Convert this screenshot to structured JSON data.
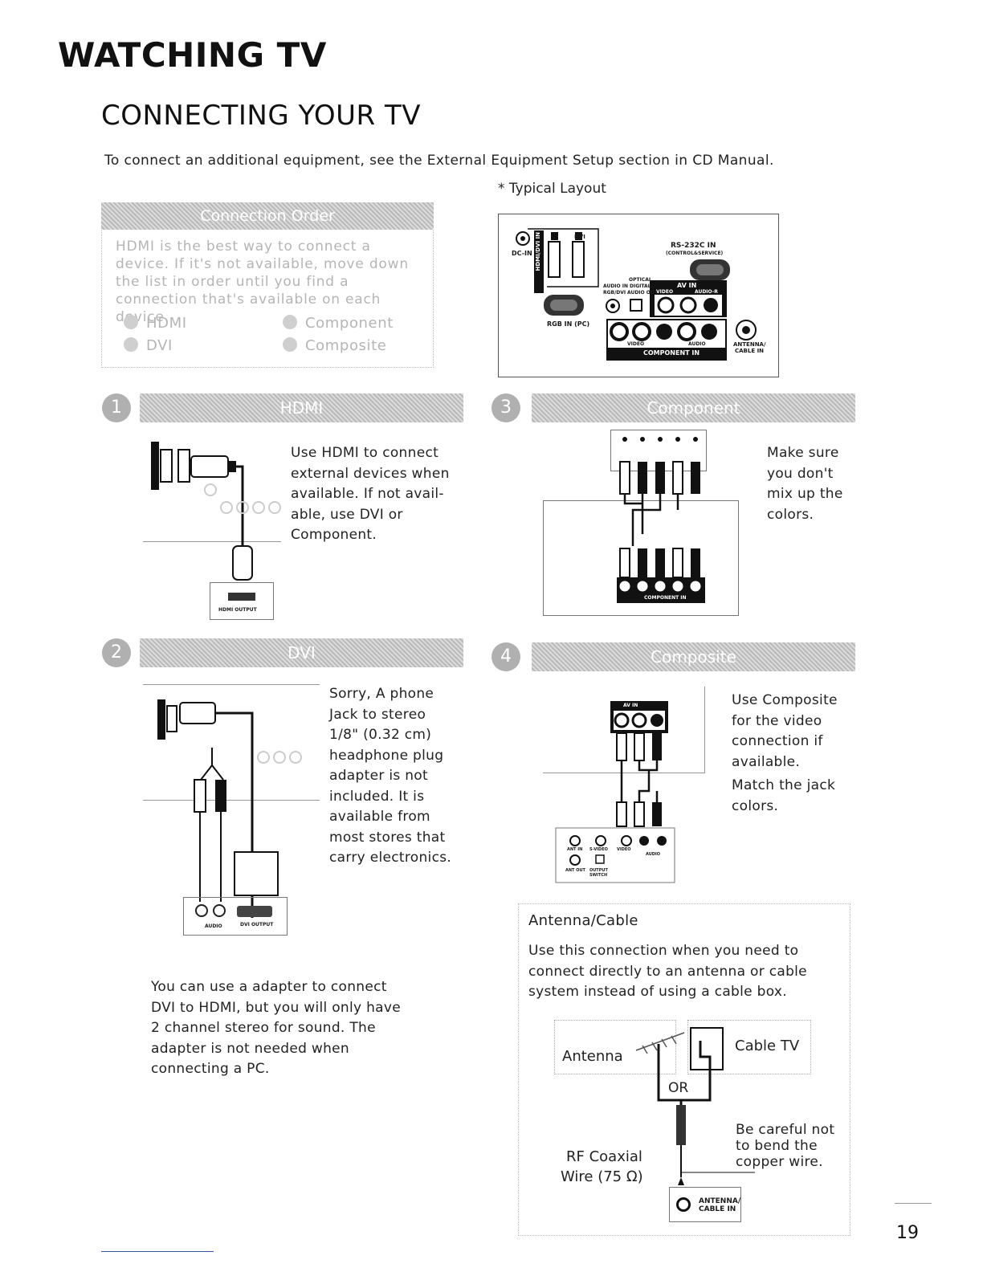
{
  "page": {
    "title": "WATCHING TV",
    "section_title": "CONNECTING YOUR TV",
    "intro": "To connect an additional equipment, see the External Equipment Setup section in CD Manual.",
    "typical_layout": "* Typical Layout",
    "page_number": "19"
  },
  "connection_order": {
    "header": "Connection Order",
    "text": "HDMI is the best way to connect a device. If it's not available, move down the list in order until you find a connection that's available on each device.",
    "items": [
      "HDMI",
      "DVI",
      "Component",
      "Composite"
    ]
  },
  "panel_labels": {
    "dc_in": "DC-IN",
    "hdmi_dvi_in": "HDMI/DVI IN",
    "dvi": "DVI",
    "rs232c": "RS-232C IN",
    "rs232c_sub": "(CONTROL&SERVICE)",
    "audio_in": "AUDIO IN",
    "rgb_dvi": "RGB/DVI",
    "optical": "OPTICAL",
    "digital": "DIGITAL",
    "audio_out": "AUDIO OUT",
    "av_in": "AV IN",
    "video": "VIDEO",
    "audio_l_r": "AUDIO-R",
    "rgb_in": "RGB IN (PC)",
    "component_in": "COMPONENT IN",
    "comp_video": "VIDEO",
    "comp_audio": "AUDIO",
    "antenna": "ANTENNA/",
    "cable_in": "CABLE IN"
  },
  "sections": [
    {
      "number": "1",
      "title": "HDMI",
      "text": [
        "Use HDMI to connect external devices when available. If not avail-able, use DVI or Component."
      ],
      "device_label": "HDMI OUTPUT"
    },
    {
      "number": "2",
      "title": "DVI",
      "text": [
        "Sorry, A phone Jack to stereo 1/8\" (0.32 cm) headphone plug adapter is not included. It is available from most stores that carry electronics."
      ],
      "device_label": "DVI OUTPUT",
      "audio_label": "AUDIO"
    },
    {
      "number": "3",
      "title": "Component",
      "text": [
        "Make sure you don't mix up the colors."
      ],
      "device_label": "COMPONENT IN"
    },
    {
      "number": "4",
      "title": "Composite",
      "text": [
        "Use Composite for the video connection if available.",
        "Match the jack colors."
      ],
      "av_in": "AV IN"
    }
  ],
  "dvi_note": "You can use a adapter to connect DVI to HDMI, but you will only have 2 channel stereo for sound. The adapter is not needed when connecting a PC.",
  "composite_device": {
    "ant_in": "ANT IN",
    "s_video": "S-VIDEO",
    "video": "VIDEO",
    "audio": "AUDIO",
    "ant_out": "ANT OUT",
    "output_switch": "OUTPUT SWITCH"
  },
  "antenna_cable": {
    "title": "Antenna/Cable",
    "description": "Use this connection when you need to connect directly to an antenna or cable system instead of using a cable box.",
    "antenna_label": "Antenna",
    "cable_label": "Cable TV",
    "or_label": "OR",
    "rf_label": "RF Coaxial",
    "wire_label": "Wire (75 Ω)",
    "caution": "Be careful not to bend the copper wire.",
    "jack_label_1": "ANTENNA/",
    "jack_label_2": "CABLE IN"
  },
  "colors": {
    "bar_gray": "#c4c4c4",
    "text": "#222222",
    "muted": "#b5b5b5"
  }
}
